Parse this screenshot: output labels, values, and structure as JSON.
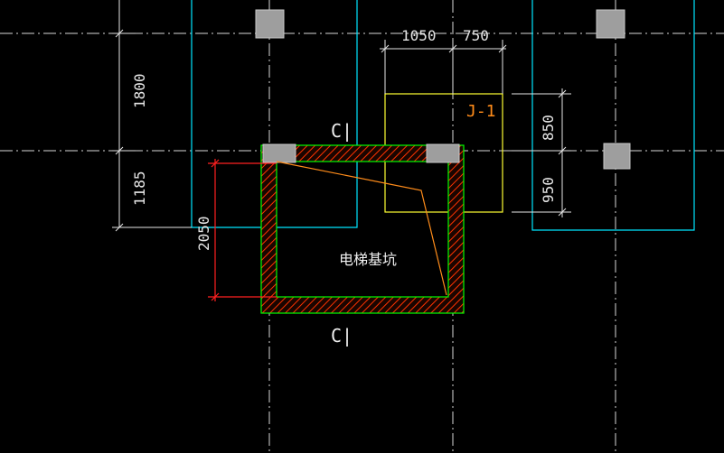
{
  "drawing": {
    "dims": {
      "top_left": "1050",
      "top_right": "750",
      "left_upper": "1800",
      "left_lower": "1185",
      "pit_height": "2050",
      "right_upper": "850",
      "right_lower": "950"
    },
    "footing_label": "J-1",
    "pit_label": "电梯基坑",
    "section_mark_top": "C|",
    "section_mark_bottom": "C|",
    "colors": {
      "background": "#000000",
      "axis": "#d9d9d9",
      "wall_outline": "#00ff00",
      "hatch": "#ff3300",
      "beam": "#00e5ff",
      "footing": "#ffff33",
      "dimension_red": "#ff2020",
      "leader_orange": "#ff8c1a",
      "column": "#9e9e9e"
    }
  }
}
